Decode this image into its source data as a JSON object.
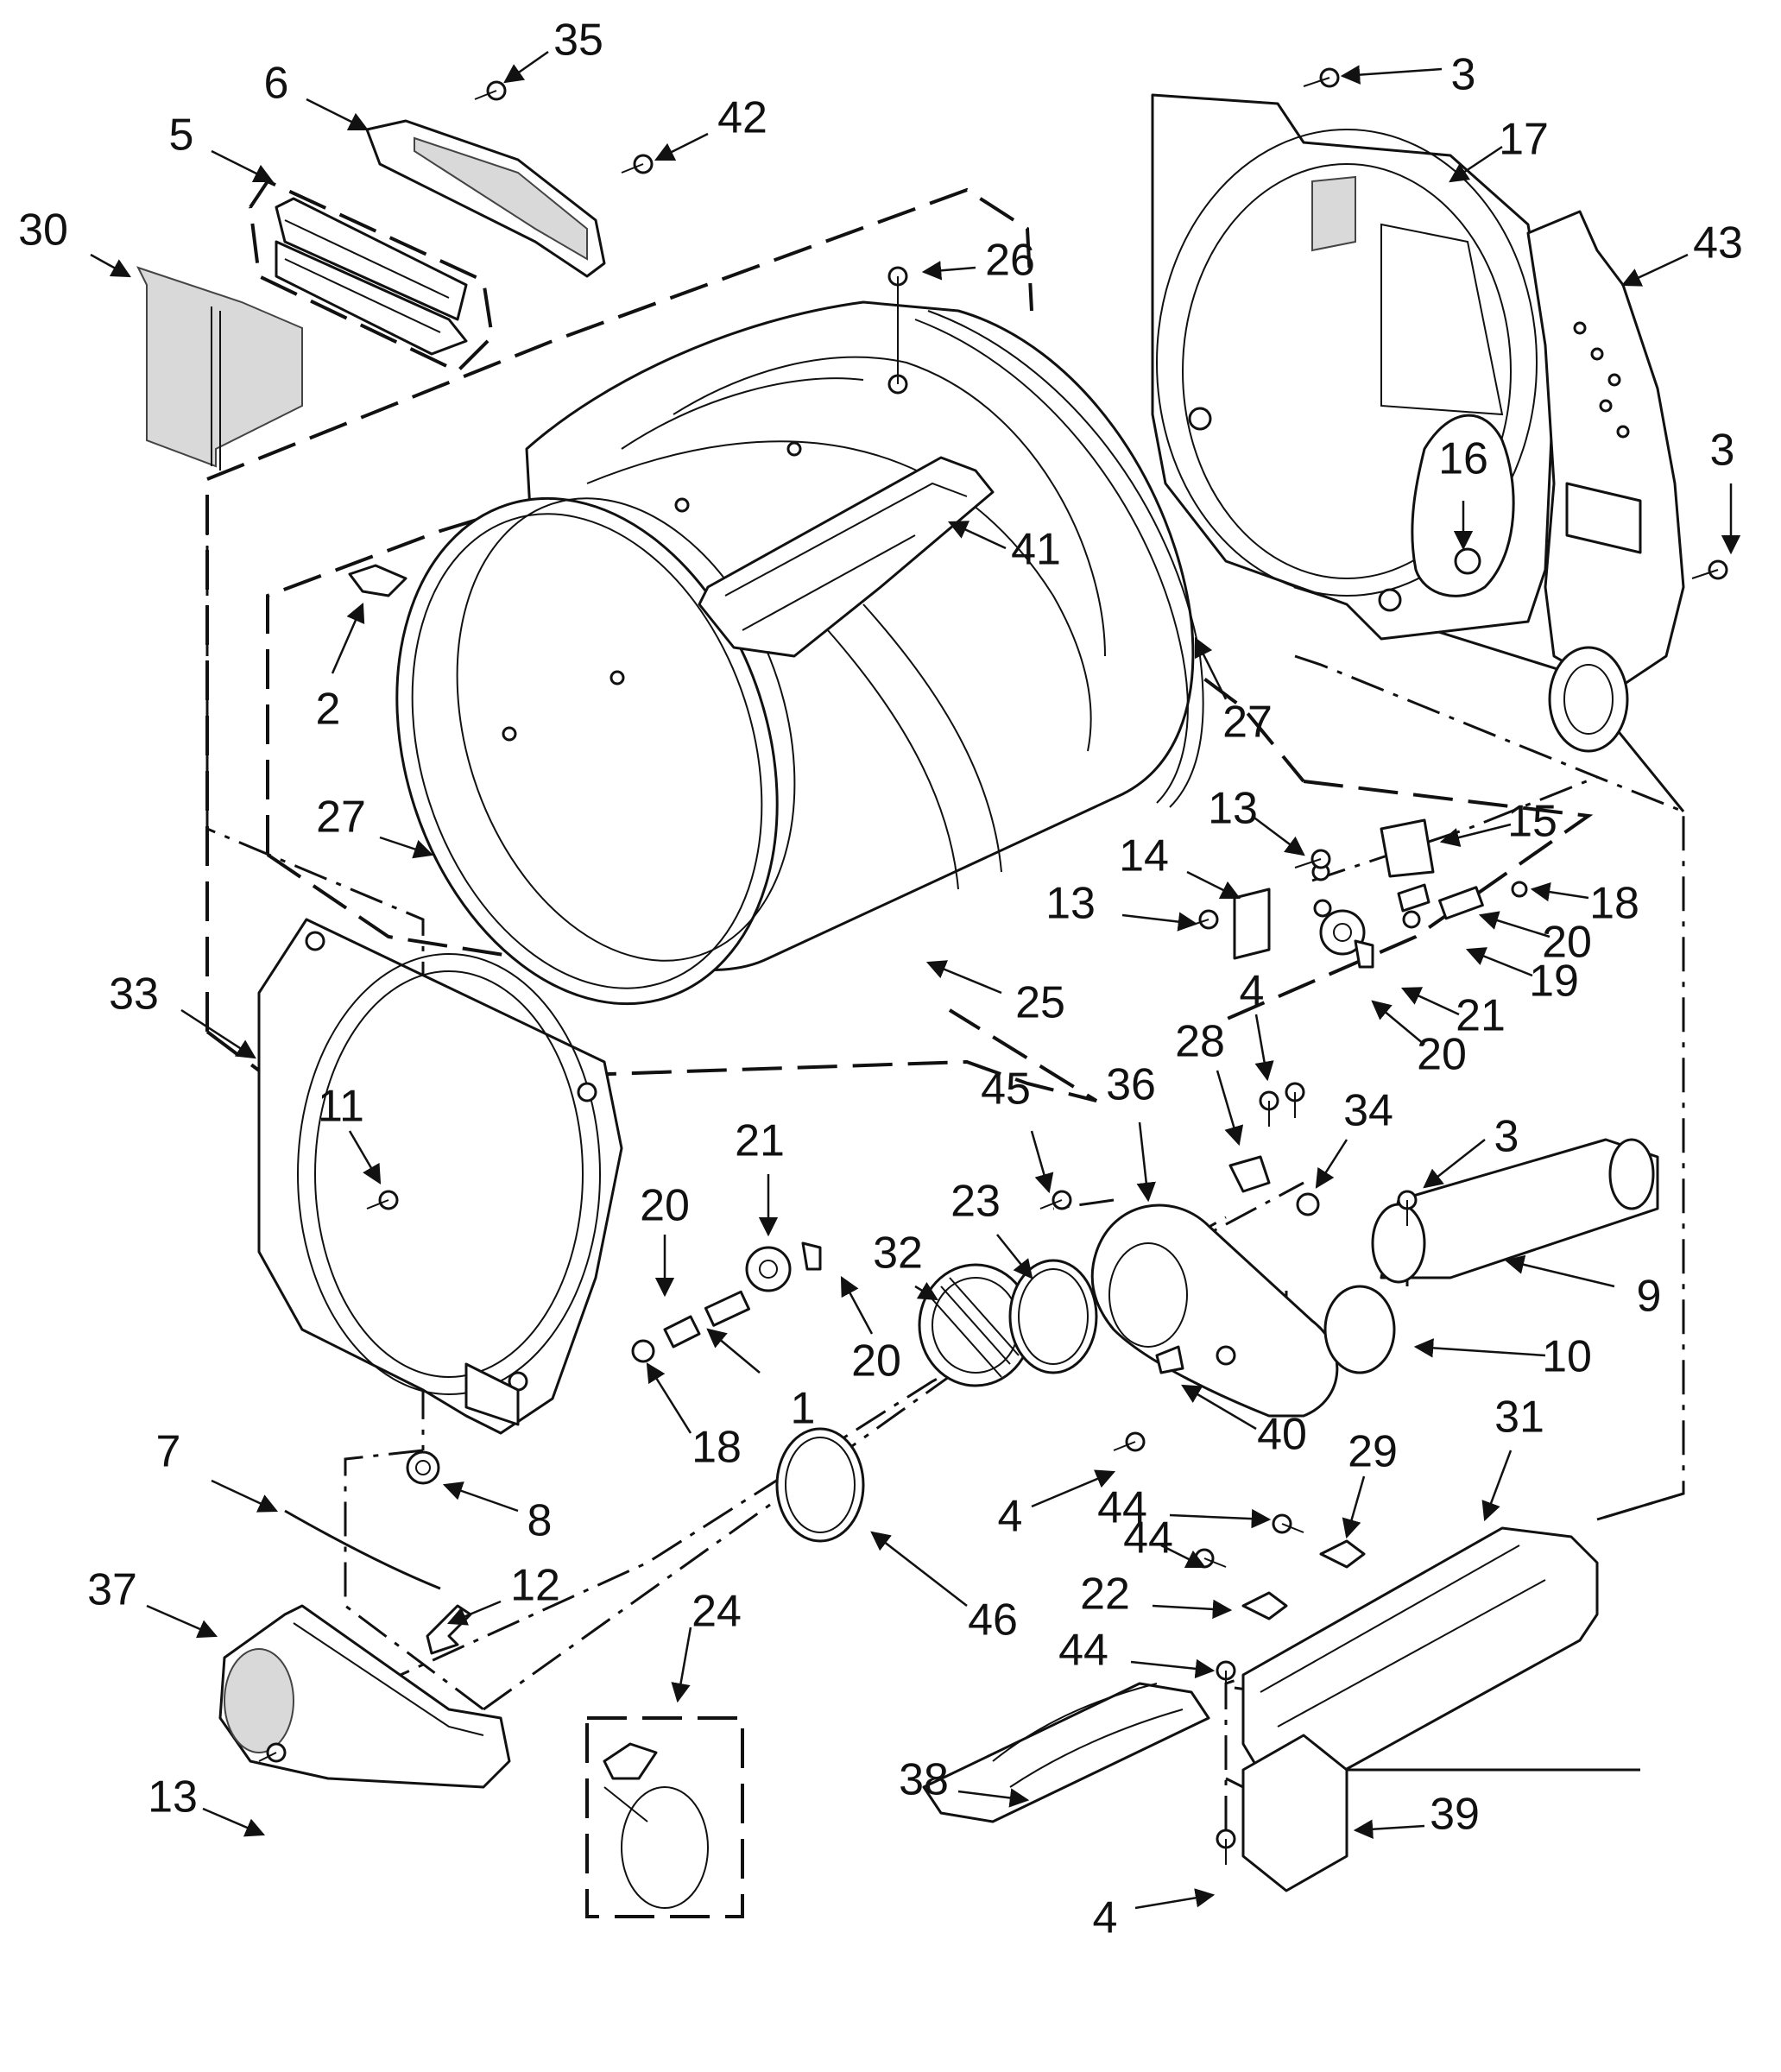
{
  "diagram": {
    "colors": {
      "line": "#111111",
      "background": "#ffffff",
      "screen": "#d9d9d9"
    },
    "callouts": [
      {
        "label": "1"
      },
      {
        "label": "2"
      },
      {
        "label": "3"
      },
      {
        "label": "3"
      },
      {
        "label": "3"
      },
      {
        "label": "4"
      },
      {
        "label": "4"
      },
      {
        "label": "4"
      },
      {
        "label": "5"
      },
      {
        "label": "6"
      },
      {
        "label": "7"
      },
      {
        "label": "8"
      },
      {
        "label": "9"
      },
      {
        "label": "10"
      },
      {
        "label": "11"
      },
      {
        "label": "12"
      },
      {
        "label": "13"
      },
      {
        "label": "13"
      },
      {
        "label": "13"
      },
      {
        "label": "14"
      },
      {
        "label": "15"
      },
      {
        "label": "16"
      },
      {
        "label": "17"
      },
      {
        "label": "18"
      },
      {
        "label": "18"
      },
      {
        "label": "19"
      },
      {
        "label": "20"
      },
      {
        "label": "20"
      },
      {
        "label": "20"
      },
      {
        "label": "20"
      },
      {
        "label": "21"
      },
      {
        "label": "21"
      },
      {
        "label": "22"
      },
      {
        "label": "23"
      },
      {
        "label": "24"
      },
      {
        "label": "25"
      },
      {
        "label": "26"
      },
      {
        "label": "27"
      },
      {
        "label": "27"
      },
      {
        "label": "28"
      },
      {
        "label": "29"
      },
      {
        "label": "30"
      },
      {
        "label": "31"
      },
      {
        "label": "32"
      },
      {
        "label": "33"
      },
      {
        "label": "34"
      },
      {
        "label": "35"
      },
      {
        "label": "36"
      },
      {
        "label": "37"
      },
      {
        "label": "38"
      },
      {
        "label": "39"
      },
      {
        "label": "40"
      },
      {
        "label": "41"
      },
      {
        "label": "42"
      },
      {
        "label": "43"
      },
      {
        "label": "44"
      },
      {
        "label": "44"
      },
      {
        "label": "44"
      },
      {
        "label": "45"
      },
      {
        "label": "46"
      }
    ]
  }
}
